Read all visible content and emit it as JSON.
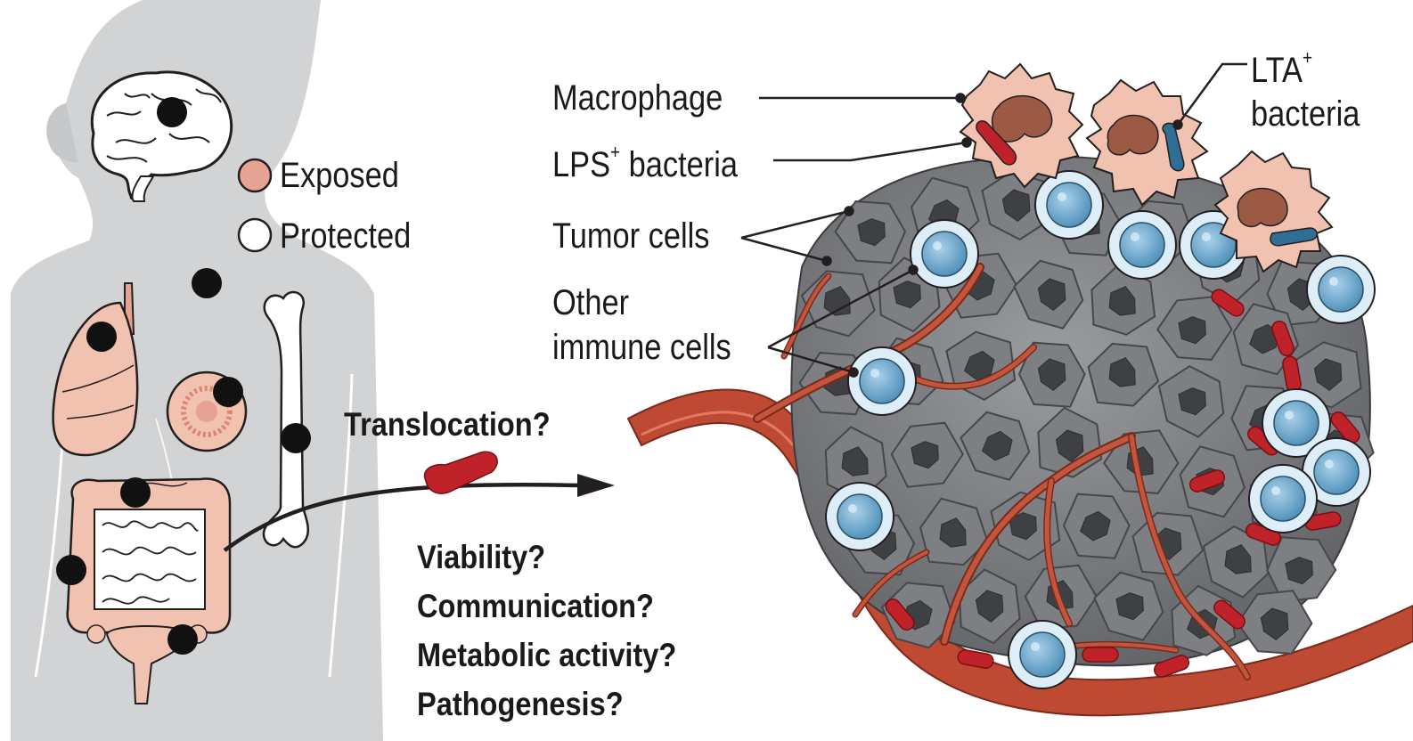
{
  "legend": {
    "exposed": "Exposed",
    "protected": "Protected"
  },
  "labels": {
    "macrophage": "Macrophage",
    "lps_prefix": "LPS",
    "lps_sup": "+",
    "lps_suffix": " bacteria",
    "tumor_cells": "Tumor cells",
    "other_line1": "Other",
    "other_line2": "immune cells",
    "lta_prefix": "LTA",
    "lta_sup": "+",
    "lta_line2": "bacteria"
  },
  "questions": {
    "translocation": "Translocation?",
    "list": [
      "Viability?",
      "Communication?",
      "Metabolic activity?",
      "Pathogenesis?"
    ]
  },
  "colors": {
    "silhouette": "#d2d3d4",
    "exposed": "#e6a393",
    "organ": "#f2c2b0",
    "bacteria_lps": "#c0222a",
    "bacteria_lta": "#2f6f95",
    "tumor": "#808285",
    "vessel": "#bf4a34",
    "immune_cell": "#6fa9cc",
    "marker": "#111111"
  }
}
